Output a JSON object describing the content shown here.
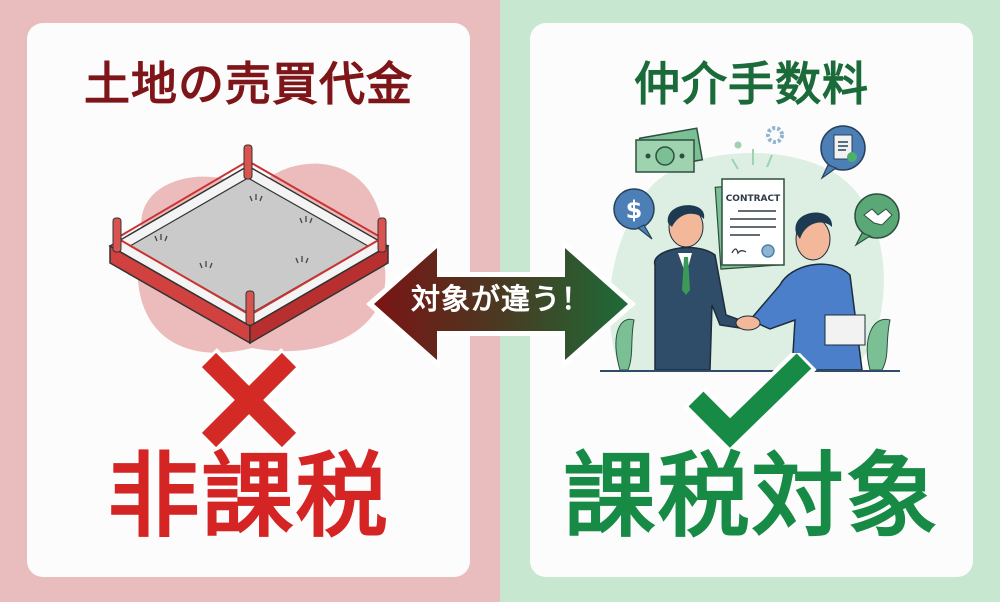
{
  "colors": {
    "left_bg": "#e9bdbd",
    "right_bg": "#c7e7d1",
    "left_title": "#7e1518",
    "right_title": "#1b6b3a",
    "left_verdict": "#d42424",
    "right_verdict": "#178a45"
  },
  "left": {
    "title": "土地の売買代金",
    "illustration": "land-plot-icon",
    "mark": "cross-icon",
    "verdict": "非課税"
  },
  "right": {
    "title": "仲介手数料",
    "illustration": "handshake-contract-icon",
    "contract_label": "CONTRACT",
    "icons": [
      "money-bill-icon",
      "gear-icon",
      "dollar-bubble-icon",
      "clipboard-check-bubble-icon",
      "handshake-bubble-icon"
    ],
    "mark": "check-icon",
    "verdict": "課税対象"
  },
  "center": {
    "arrow": "double-arrow-icon",
    "label": "対象が違う！"
  }
}
